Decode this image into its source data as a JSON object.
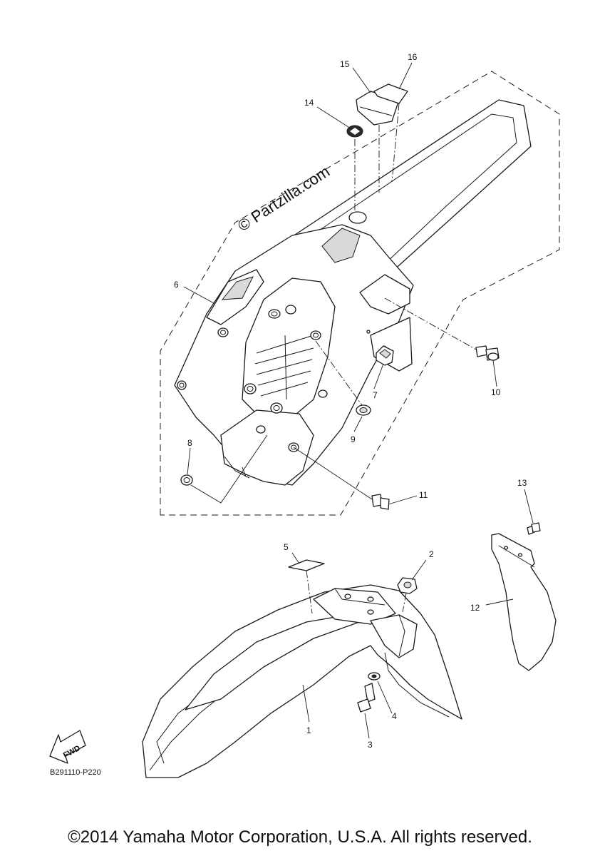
{
  "watermark": "© Partzilla.com",
  "diagram_code": "B291110-P220",
  "fwd_label": "FWD",
  "copyright": "©2014 Yamaha Motor Corporation, U.S.A. All rights reserved.",
  "callouts": {
    "c1": "1",
    "c2": "2",
    "c3": "3",
    "c4": "4",
    "c5": "5",
    "c6": "6",
    "c7": "7",
    "c8": "8",
    "c9": "9",
    "c10": "10",
    "c11": "11",
    "c12": "12",
    "c13": "13",
    "c14": "14",
    "c15": "15",
    "c16": "16"
  }
}
